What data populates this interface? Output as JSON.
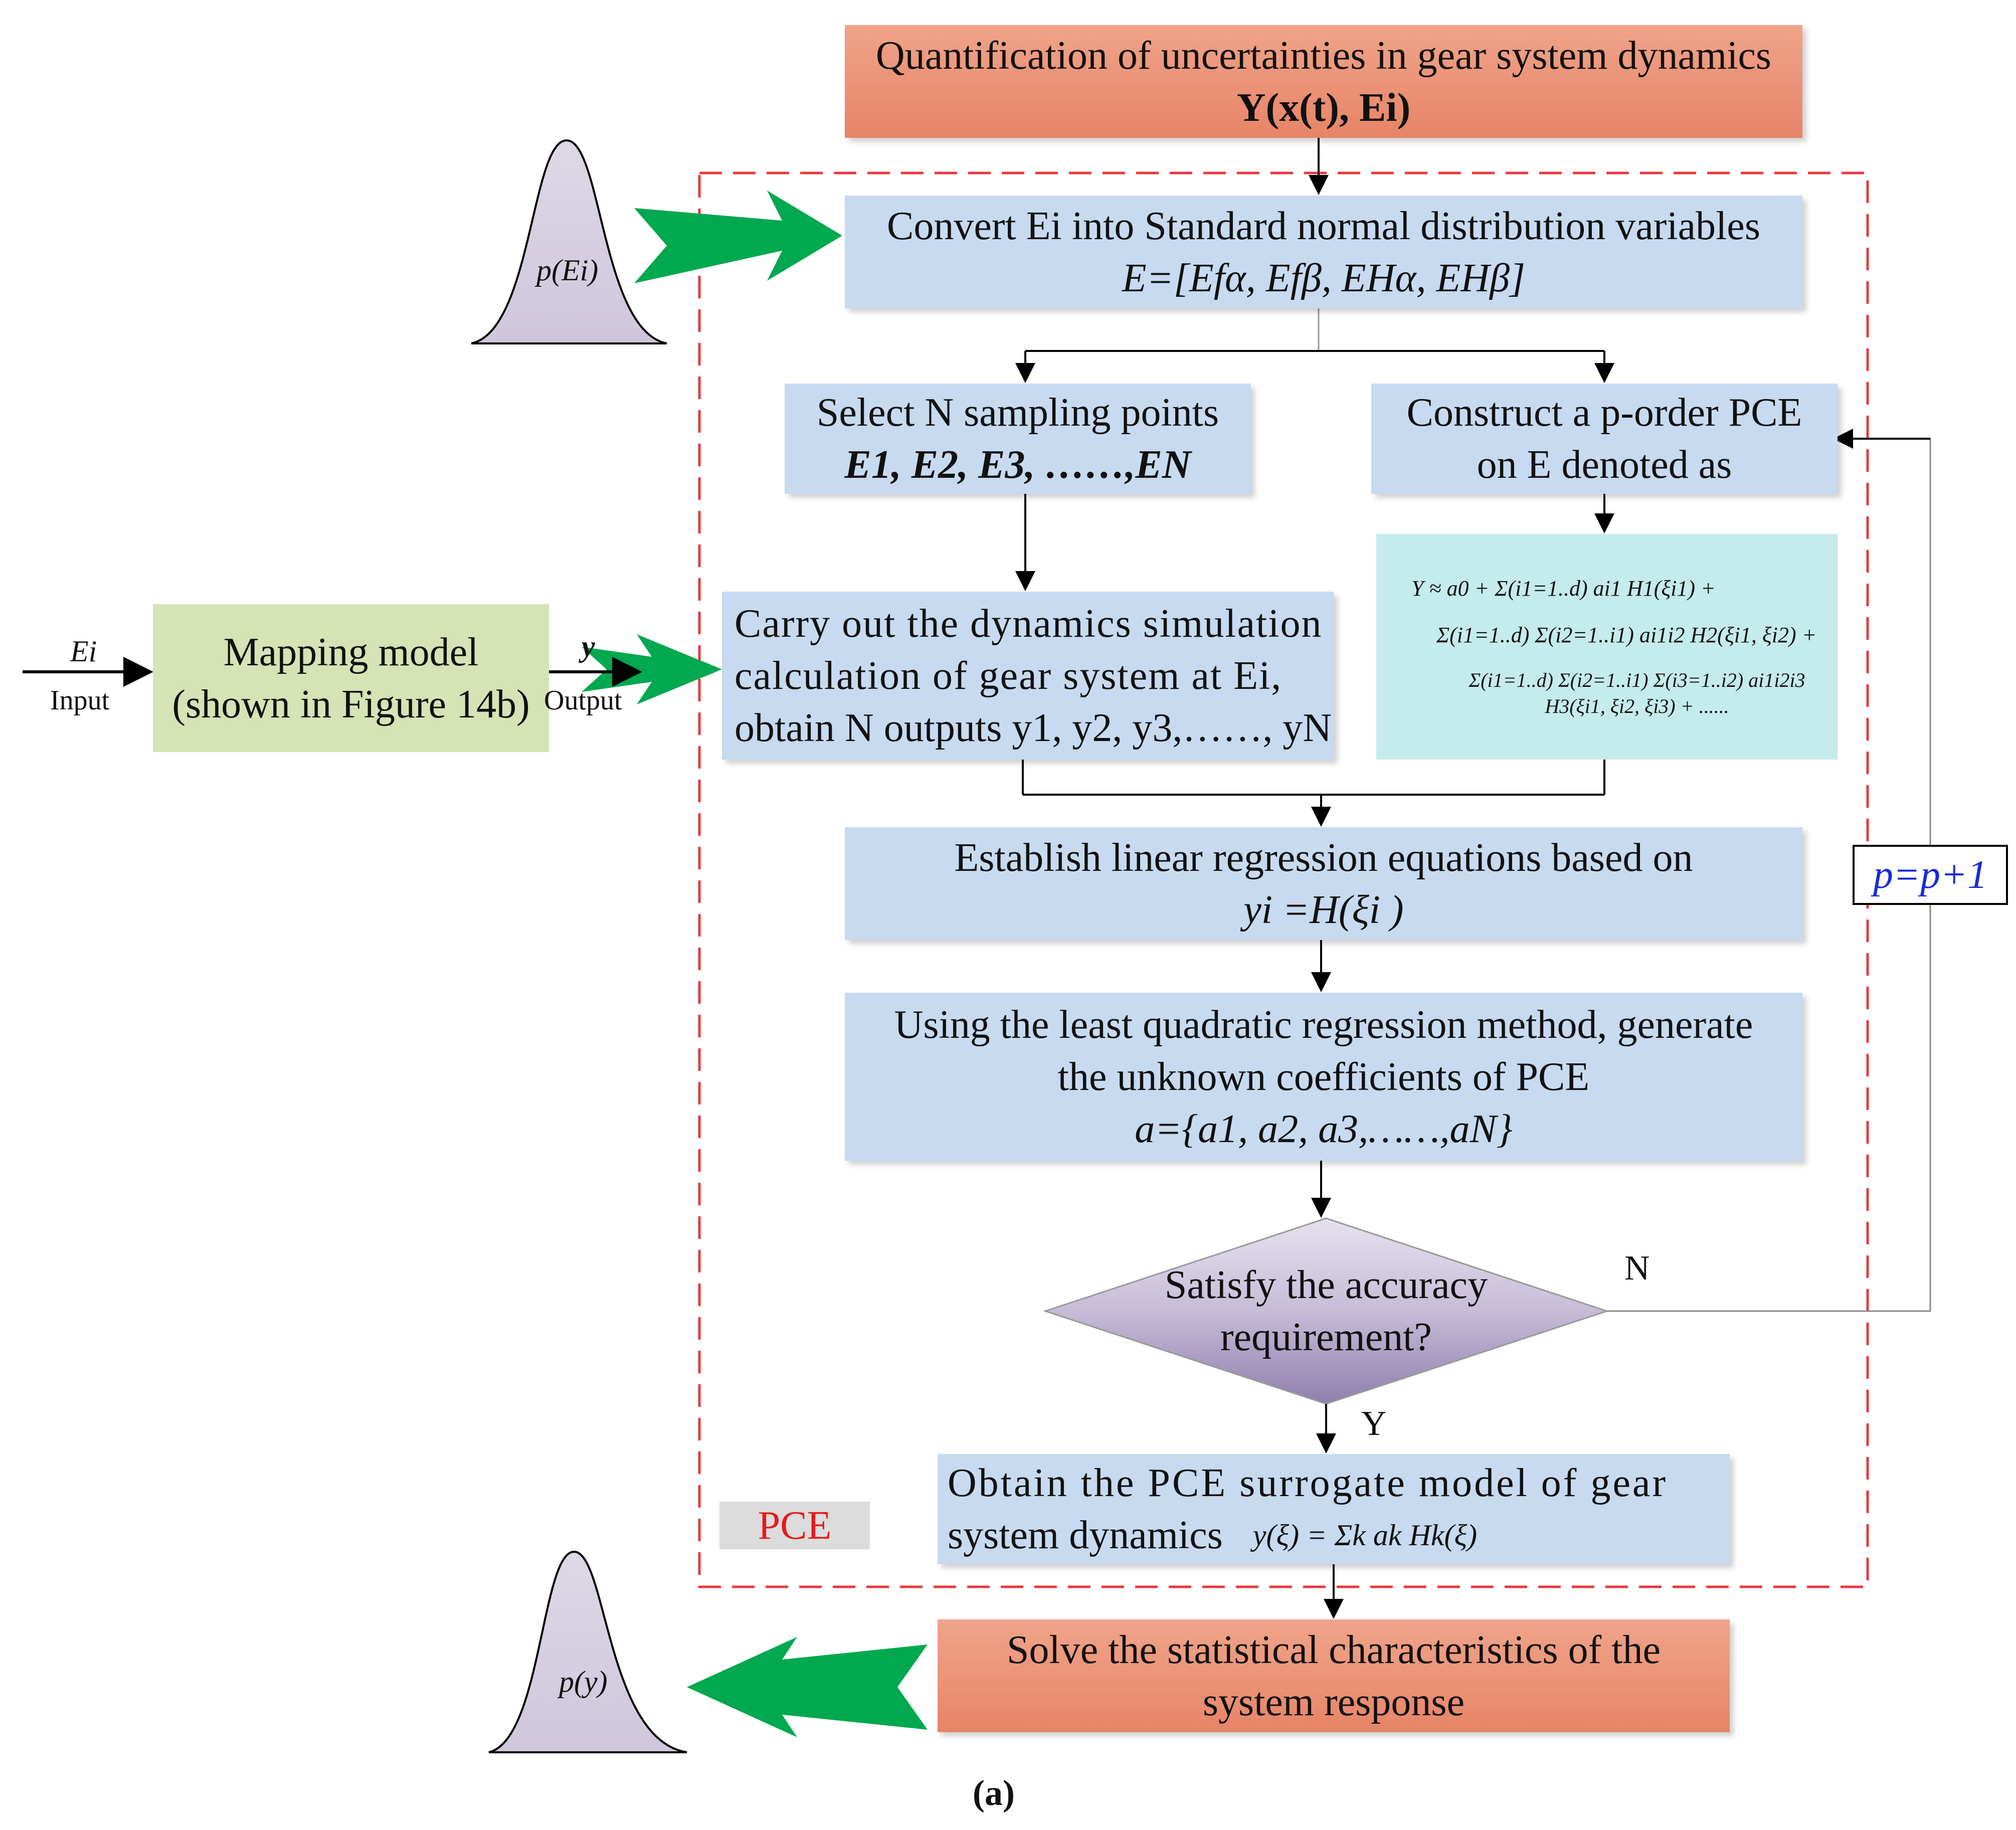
{
  "top_box": {
    "line1": "Quantification of uncertainties in gear system dynamics",
    "line2": "Y(x(t), Ei)"
  },
  "input_dist": {
    "label": "p(Ei)"
  },
  "output_dist": {
    "label": "p(y)"
  },
  "convert_box": {
    "line1": "Convert Ei into Standard normal distribution variables",
    "line2": "E=[Efα, Efβ, EHα, EHβ]"
  },
  "select_box": {
    "line1": "Select N sampling points",
    "line2": "E1, E2, E3, ……,EN"
  },
  "construct_box": {
    "line1": "Construct a p-order PCE",
    "line2": "on E denoted as"
  },
  "pce_equation": {
    "line1": "Y ≈ a0 + Σ(i1=1..d) ai1 H1(ξi1) +",
    "line2": "Σ(i1=1..d) Σ(i2=1..i1) ai1i2 H2(ξi1, ξi2) +",
    "line3": "Σ(i1=1..d) Σ(i2=1..i1) Σ(i3=1..i2) ai1i2i3 H3(ξi1, ξi2, ξi3) + ......"
  },
  "mapping_box": {
    "line1": "Mapping model",
    "line2": "(shown in Figure 14b)"
  },
  "mapping_in": {
    "var": "Ei",
    "label": "Input"
  },
  "mapping_out": {
    "var": "y",
    "label": "Output"
  },
  "simulation_box": {
    "line1": "Carry out the dynamics simulation",
    "line2": "calculation of gear system at Ei,",
    "line3": "obtain N outputs y1, y2, y3,……, yN"
  },
  "regression_box": {
    "line1": "Establish linear regression equations based on",
    "line2": "yi =H(ξi )"
  },
  "least_box": {
    "line1": "Using the least quadratic regression method, generate",
    "line2": "the unknown coefficients of PCE",
    "line3": "a={a1, a2, a3,……,aN}"
  },
  "decision": {
    "line1": "Satisfy the accuracy",
    "line2": "requirement?",
    "no": "N",
    "yes": "Y"
  },
  "loop_label": "p=p+1",
  "surrogate_box": {
    "line1": "Obtain the PCE surrogate model of gear",
    "line2": "system dynamics",
    "formula": "y(ξ) = Σk ak Hk(ξ)"
  },
  "pce_tag": "PCE",
  "solve_box": {
    "line1": "Solve the statistical characteristics of the",
    "line2": "system response"
  },
  "caption": "(a)"
}
